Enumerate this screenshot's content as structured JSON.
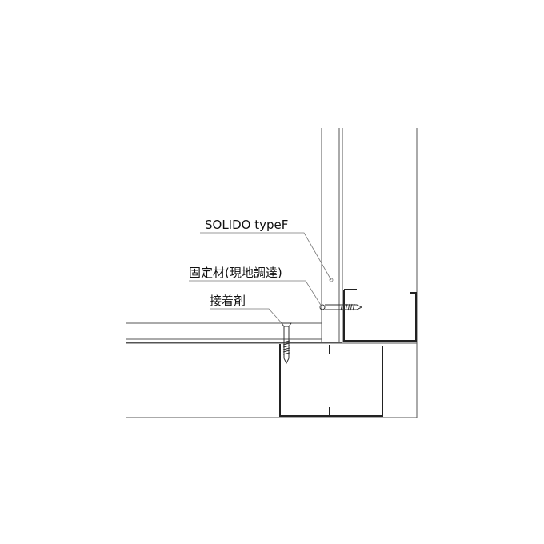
{
  "labels": {
    "panel": "SOLIDO typeF",
    "fixing": "固定材(現地調達)",
    "adhesive": "接着剤"
  },
  "colors": {
    "stroke": "#555555",
    "dark_stroke": "#222222",
    "leader": "#777777",
    "text": "#111111",
    "background": "#ffffff"
  }
}
